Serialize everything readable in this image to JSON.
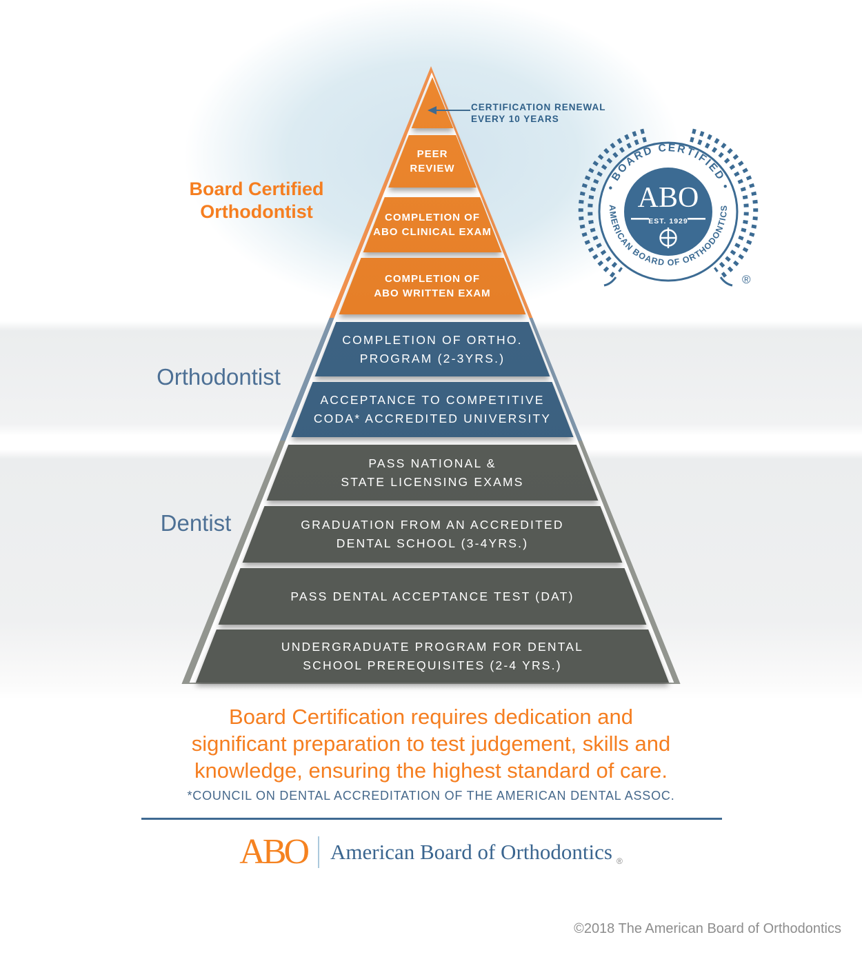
{
  "pyramid": {
    "tip_annotation": {
      "line1": "CERTIFICATION RENEWAL",
      "line2": "EVERY 10 YEARS"
    },
    "side_labels": {
      "board_certified": {
        "line1": "Board Certified",
        "line2": "Orthodontist",
        "color": "#f57e20"
      },
      "orthodontist": {
        "label": "Orthodontist",
        "color": "#4d7095"
      },
      "dentist": {
        "label": "Dentist",
        "color": "#4d7095"
      }
    },
    "sections": {
      "orange": {
        "band": "#f0914e",
        "top": "#ee8a31",
        "mid": "#e07722",
        "bottom": "#b8600f"
      },
      "blue": {
        "band": "#7e95aa",
        "top": "#42688a",
        "mid": "#3a5f7e",
        "bottom": "#2e506c"
      },
      "gray": {
        "band": "#92958f",
        "top": "#5d615c",
        "mid": "#565a55",
        "bottom": "#43473f"
      }
    },
    "segments": [
      {
        "section": "orange",
        "lines": []
      },
      {
        "section": "orange",
        "lines": [
          "PEER",
          "REVIEW"
        ]
      },
      {
        "section": "orange",
        "lines": [
          "COMPLETION OF",
          "ABO CLINICAL EXAM"
        ]
      },
      {
        "section": "orange",
        "lines": [
          "COMPLETION OF",
          "ABO WRITTEN EXAM"
        ]
      },
      {
        "section": "blue",
        "lines": [
          "COMPLETION OF ORTHO.",
          "PROGRAM (2-3YRS.)"
        ]
      },
      {
        "section": "blue",
        "lines": [
          "ACCEPTANCE TO COMPETITIVE",
          "CODA* ACCREDITED UNIVERSITY"
        ]
      },
      {
        "section": "gray",
        "lines": [
          "PASS NATIONAL &",
          "STATE LICENSING EXAMS"
        ]
      },
      {
        "section": "gray",
        "lines": [
          "GRADUATION FROM AN ACCREDITED",
          "DENTAL SCHOOL (3-4YRS.)"
        ]
      },
      {
        "section": "gray",
        "lines": [
          "PASS DENTAL ACCEPTANCE TEST (DAT)"
        ]
      },
      {
        "section": "gray",
        "lines": [
          "UNDERGRADUATE PROGRAM FOR DENTAL",
          "SCHOOL PREREQUISITES (2-4 YRS.)"
        ]
      }
    ]
  },
  "seal": {
    "top_text": "BOARD CERTIFIED",
    "bottom_text": "AMERICAN BOARD OF ORTHODONTICS",
    "bullet": "•",
    "center_acronym": "ABO",
    "est_text": "EST. 1929",
    "registered": "®",
    "color": "#3c6b93"
  },
  "footer": {
    "tagline": {
      "line1": "Board Certification requires dedication and",
      "line2": "significant preparation to test judgement, skills and",
      "line3": "knowledge, ensuring the highest standard of care."
    },
    "tagline_color": "#f57e20",
    "footnote": "*COUNCIL ON DENTAL ACCREDITATION OF THE AMERICAN DENTAL ASSOC.",
    "footnote_color": "#45688b",
    "logo_acronym": "ABO",
    "logo_name": "American Board of Orthodontics",
    "logo_registered": "®",
    "copyright": "©2018 The American Board of Orthodontics"
  }
}
